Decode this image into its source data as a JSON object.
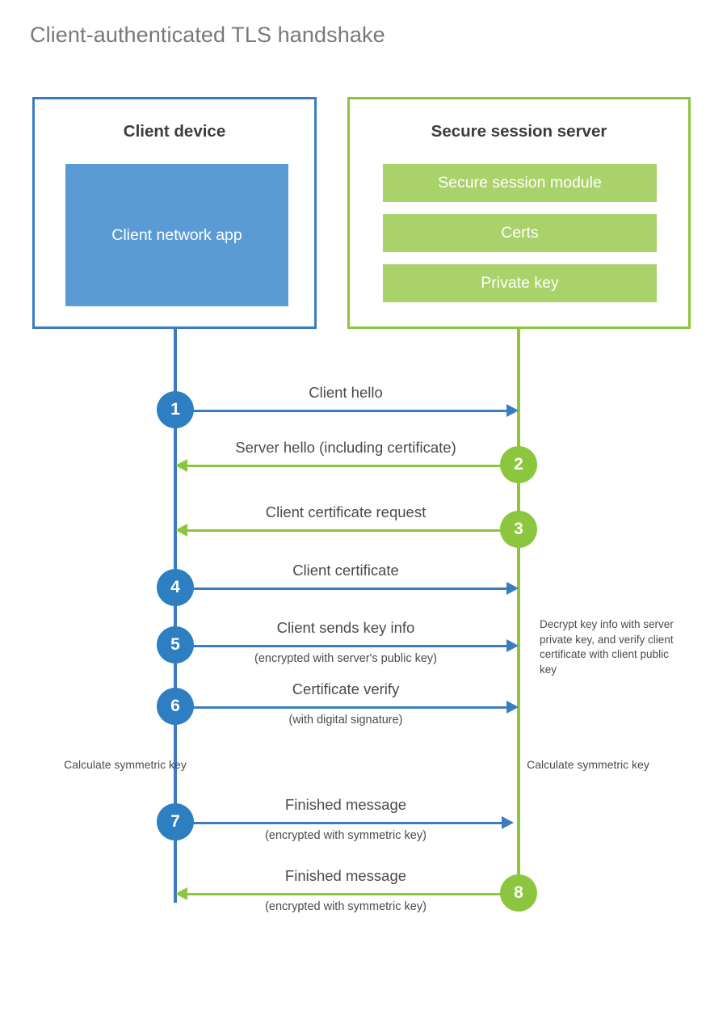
{
  "title": "Client-authenticated TLS handshake",
  "colors": {
    "client_blue": "#3b7cc0",
    "client_app_fill": "#5b9bd5",
    "step_blue": "#2d7fc1",
    "server_green": "#8cc63e",
    "server_component_fill": "#a9d26a",
    "title_gray": "#77787b",
    "text_dark": "#3c3c3b",
    "label_gray": "#4a4a49",
    "background": "#ffffff"
  },
  "client": {
    "title": "Client device",
    "app_label": "Client network app"
  },
  "server": {
    "title": "Secure session server",
    "components": [
      {
        "label": "Secure session module"
      },
      {
        "label": "Certs"
      },
      {
        "label": "Private key"
      }
    ]
  },
  "annotations": {
    "server_decrypt": "Decrypt key info with server private key, and verify client certificate with client public key",
    "client_calculate": "Calculate symmetric key",
    "server_calculate": "Calculate symmetric key"
  },
  "messages": [
    {
      "step": "1",
      "label": "Client hello",
      "sublabel": "",
      "direction": "client-to-server",
      "origin": "client"
    },
    {
      "step": "2",
      "label": "Server hello (including certificate)",
      "sublabel": "",
      "direction": "server-to-client",
      "origin": "server"
    },
    {
      "step": "3",
      "label": "Client certificate request",
      "sublabel": "",
      "direction": "server-to-client",
      "origin": "server"
    },
    {
      "step": "4",
      "label": "Client certificate",
      "sublabel": "",
      "direction": "client-to-server",
      "origin": "client"
    },
    {
      "step": "5",
      "label": "Client sends key info",
      "sublabel": "(encrypted with server's public key)",
      "direction": "client-to-server",
      "origin": "client"
    },
    {
      "step": "6",
      "label": "Certificate verify",
      "sublabel": "(with digital signature)",
      "direction": "client-to-server",
      "origin": "client"
    },
    {
      "step": "7",
      "label": "Finished message",
      "sublabel": "(encrypted with symmetric key)",
      "direction": "client-to-server",
      "origin": "client"
    },
    {
      "step": "8",
      "label": "Finished message",
      "sublabel": "(encrypted with symmetric key)",
      "direction": "server-to-client",
      "origin": "server"
    }
  ]
}
